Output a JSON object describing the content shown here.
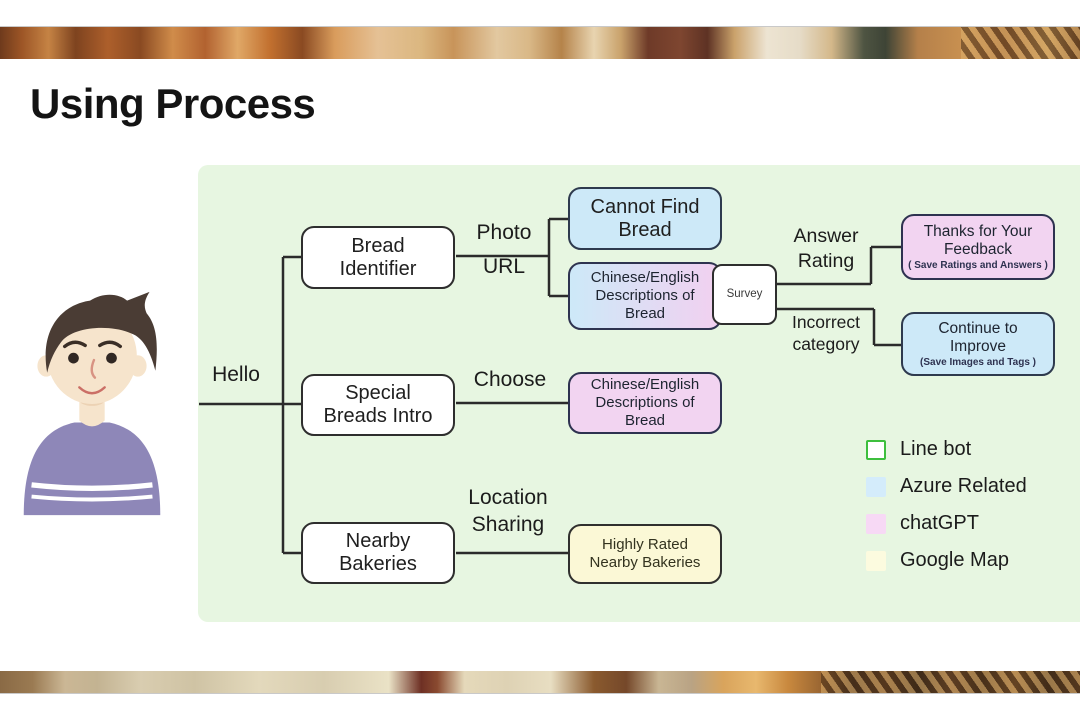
{
  "title": "Using Process",
  "flow": {
    "hello": "Hello",
    "edges": {
      "photo": "Photo",
      "url": "URL",
      "choose": "Choose",
      "location_sharing": "Location\nSharing",
      "answer_rating": "Answer\nRating",
      "incorrect_category": "Incorrect\ncategory"
    },
    "nodes": {
      "bread_identifier": "Bread\nIdentifier",
      "cannot_find_bread": "Cannot Find\nBread",
      "descriptions_1": "Chinese/English\nDescriptions of\nBread",
      "survey": "Survey",
      "thanks_title": "Thanks for Your\nFeedback",
      "thanks_note": "( Save Ratings and Answers )",
      "continue_title": "Continue to\nImprove",
      "continue_note": "(Save Images and Tags )",
      "special_breads": "Special\nBreads Intro",
      "descriptions_2": "Chinese/English\nDescriptions of\nBread",
      "nearby_bakeries": "Nearby\nBakeries",
      "highly_rated": "Highly Rated\nNearby Bakeries"
    }
  },
  "legend": {
    "items": [
      {
        "label": "Line bot",
        "fill": "#ffffff",
        "border": "#3dbf3d"
      },
      {
        "label": "Azure Related",
        "fill": "#d4ecfb",
        "border": ""
      },
      {
        "label": "chatGPT",
        "fill": "#f7d9f5",
        "border": ""
      },
      {
        "label": "Google Map",
        "fill": "#fcfbdf",
        "border": ""
      }
    ]
  },
  "colors": {
    "panel_bg": "#e7f6e1",
    "azure_box": "#cde9f8",
    "chatgpt_box": "#f2d4f1",
    "google_box": "#fbf8d6",
    "connector": "#2b2b2b"
  }
}
